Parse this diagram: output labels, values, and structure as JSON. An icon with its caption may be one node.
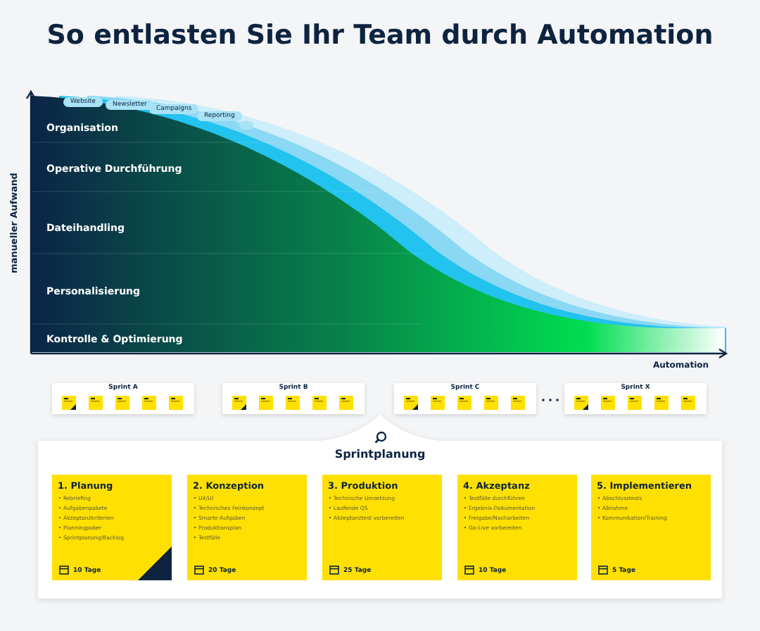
{
  "diagram": {
    "title": "So entlasten Sie Ihr Team durch Automation",
    "nodes": [
      {
        "text": [
          "Sprint A"
        ]
      },
      {
        "text": [
          "Sprint B"
        ]
      },
      {
        "text": [
          "Sprint C"
        ]
      },
      {
        "text": [
          "Sprint X"
        ]
      },
      {
        "text": [
          "Sprintplanung"
        ]
      },
      {
        "text": [
          "1. Planung",
          "Rebriefing",
          "Aufgabenpakete",
          "Akzeptanzkriterien",
          "Planningpoker",
          "Sprintplanung/Backlog",
          "10 Tage"
        ],
        "in": 4
      },
      {
        "text": [
          "2. Konzeption",
          "UX/UI",
          "Technisches Feinkonzept",
          "Smarte Aufgaben",
          "Produktionsplan",
          "Testfälle",
          "20 Tage"
        ],
        "in": 4
      },
      {
        "text": [
          "3. Produktion",
          "Technische Umsetzung",
          "Laufende QS",
          "Akzeptanztest vorbereiten",
          "25 Tage"
        ],
        "in": 4
      },
      {
        "text": [
          "4. Akzeptanz",
          "Testfälle durchführen",
          "Ergebnis-Dokumentation",
          "Freigabe/Nacharbeiten",
          "Go-Live vorbereiten",
          "10 Tage"
        ],
        "in": 4
      },
      {
        "text": [
          "5. Implementieren",
          "Abschlusstests",
          "Abnahme",
          "Kommunikation/Training",
          "5 Tage"
        ],
        "in": 4
      }
    ],
    "edges": [],
    "labels": [
      "Website",
      "Newsletter",
      "Campaigns",
      "Reporting",
      "Organisation",
      "Operative Durchführung",
      "Dateihandling",
      "Personalisierung",
      "Kontrolle & Optimierung",
      "manueller Aufwand",
      "Automation"
    ]
  }
}
